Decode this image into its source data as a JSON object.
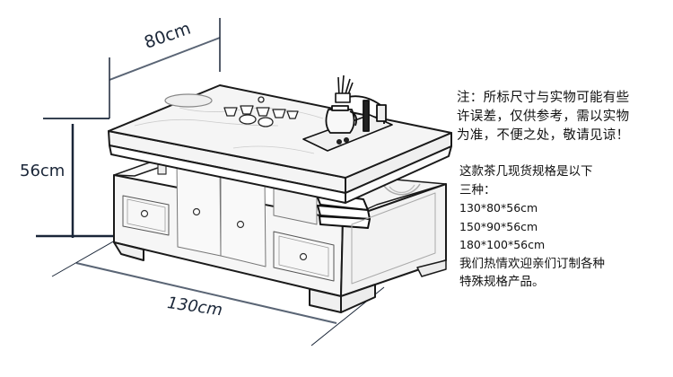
{
  "dimensions": {
    "width": "80cm",
    "height": "56cm",
    "length": "130cm"
  },
  "note": {
    "lines": [
      "注：所标尺寸与实物可能有些",
      "许误差，仅供参考，需以实物",
      "为准，不便之处，敬请见谅！"
    ]
  },
  "specs": {
    "intro_lines": [
      "这款茶几现货规格是以下",
      "三种："
    ],
    "sizes": [
      "130*80*56cm",
      "150*90*56cm",
      "180*100*56cm"
    ],
    "outro_lines": [
      "我们热情欢迎亲们订制各种",
      "特殊规格产品。"
    ]
  },
  "illustration": {
    "subject": "tea-table-with-drawers-sketch",
    "items": [
      "tabletop",
      "tea-cups",
      "tea-tray",
      "electric-kettle",
      "cabinet-doors",
      "left-drawer",
      "right-drawer",
      "open-shelf",
      "books",
      "decorative-medallion"
    ]
  },
  "colors": {
    "dimension_line": "#1a2638",
    "sketch_line": "#1a1a1a",
    "background": "#ffffff"
  }
}
